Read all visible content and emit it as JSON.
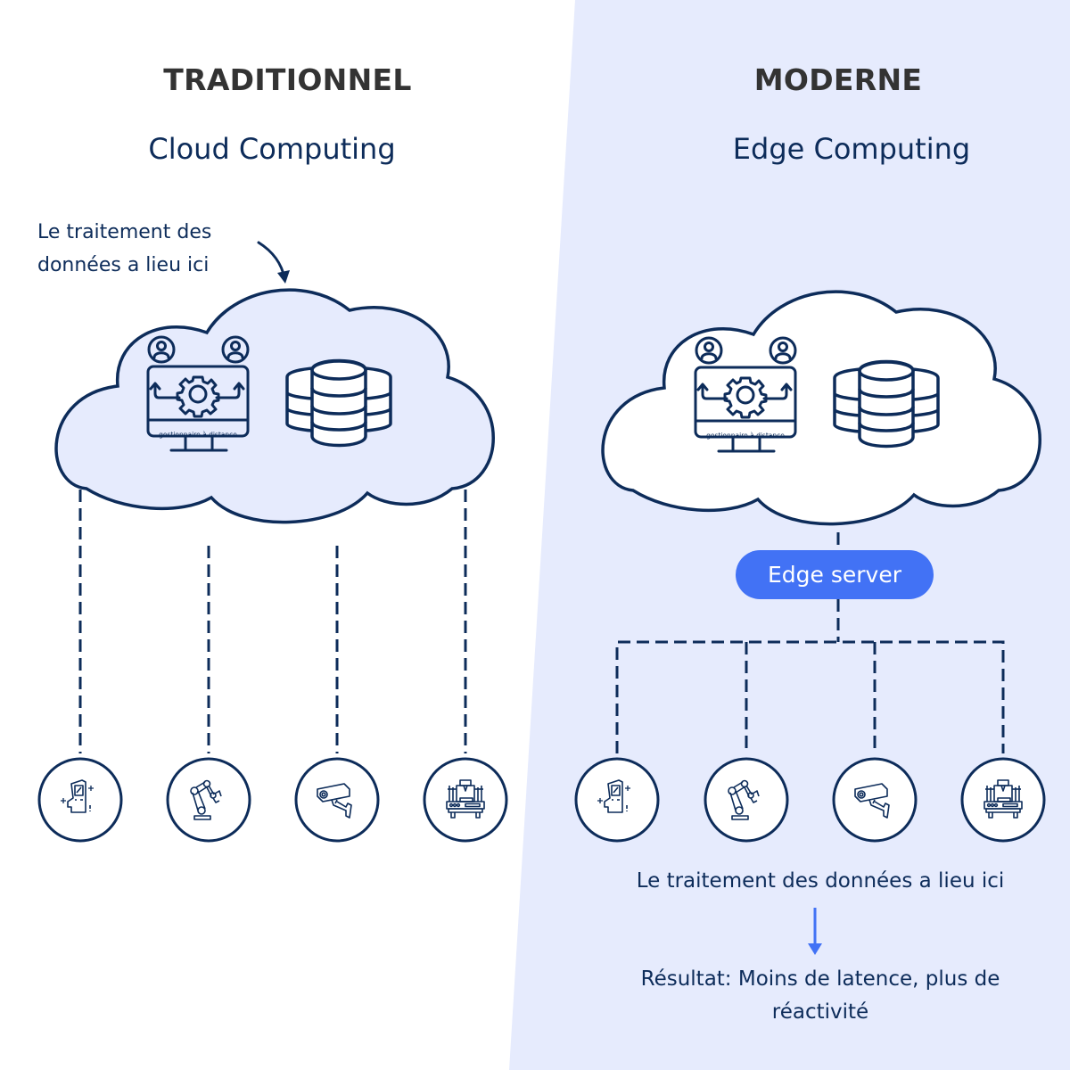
{
  "colors": {
    "navy": "#0d2c5a",
    "heading_grey": "#333333",
    "right_panel_bg": "#e6ebfd",
    "left_cloud_fill": "#e6ebfd",
    "accent_blue": "#4272f5",
    "white": "#ffffff"
  },
  "left": {
    "heading": "TRADITIONNEL",
    "title": "Cloud Computing",
    "annotation_line1": "Le traitement des",
    "annotation_line2": "données a lieu ici",
    "cloud": {
      "monitor_caption": "gestionnaire à distance",
      "icons": [
        "user-icon",
        "user-icon",
        "monitor-gear-icon",
        "database-icon"
      ]
    },
    "devices": [
      "kiosk-icon",
      "robot-arm-icon",
      "security-camera-icon",
      "cnc-machine-icon"
    ]
  },
  "right": {
    "heading": "MODERNE",
    "title": "Edge Computing",
    "cloud": {
      "monitor_caption": "gestionnaire à distance",
      "icons": [
        "user-icon",
        "user-icon",
        "monitor-gear-icon",
        "database-icon"
      ]
    },
    "edge_server_label": "Edge server",
    "devices": [
      "kiosk-icon",
      "robot-arm-icon",
      "security-camera-icon",
      "cnc-machine-icon"
    ],
    "processing_note": "Le traitement des données a lieu ici",
    "result_line1": "Résultat: Moins de latence, plus de",
    "result_line2": "réactivité"
  }
}
